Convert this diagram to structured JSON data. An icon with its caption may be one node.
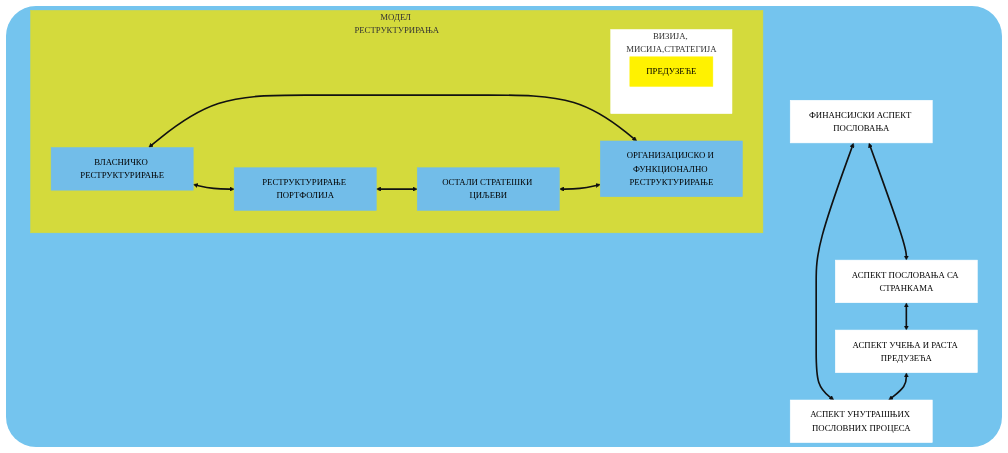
{
  "diagram": {
    "nodes": [
      {
        "text": [
          "ФИНАНСИЈСКИ АСПЕКТ ПОСЛОВАЊА"
        ]
      },
      {
        "text": [
          "АСПЕКТ ПОСЛОВАЊА СА СТРАНКАМА"
        ]
      },
      {
        "text": [
          "МОДЕЛ РЕСТРУКТУРИРАЊА"
        ]
      },
      {
        "text": [
          "ВЛАСНИЧКО РЕСТРУКТУРИРАЊЕ"
        ],
        "in": 2
      },
      {
        "text": [
          "РЕСТРУКТУРИРАЊЕ ПОРТФОЛИЈА"
        ],
        "in": 2
      },
      {
        "text": [
          "ВИЗИЈА, МИСИЈА,СТРАТЕГИЈА"
        ],
        "in": 2
      },
      {
        "text": [
          "ПРЕДУЗЕЋЕ"
        ],
        "in": 5
      },
      {
        "text": [
          "ОРГАНИЗАЦИЈСКО И ФУНКЦИОНАЛНО РЕСТРУКТУРИРАЊЕ"
        ],
        "in": 2
      },
      {
        "text": [
          "ОСТАЛИ СТРАТЕШКИ ЦИЉЕВИ"
        ],
        "in": 2
      },
      {
        "text": [
          "АСПЕКТ УНУТРАШЊИХ ПОСЛОВНИХ ПРОЦЕСА"
        ]
      },
      {
        "text": [
          "АСПЕКТ УЧЕЊА И РАСТА ПРЕДУЗЕЋА"
        ]
      }
    ],
    "edges": [
      {
        "from": 0,
        "to": 1,
        "arrow": "both"
      },
      {
        "from": 0,
        "to": 9,
        "arrow": "both"
      },
      {
        "from": 1,
        "to": 10,
        "arrow": "both"
      },
      {
        "from": 10,
        "to": 9,
        "arrow": "both"
      },
      {
        "from": 3,
        "to": 4,
        "arrow": "both"
      },
      {
        "from": 3,
        "to": 7,
        "arrow": "both"
      },
      {
        "from": 4,
        "to": 8,
        "arrow": "both"
      },
      {
        "from": 8,
        "to": 7,
        "arrow": "both"
      }
    ]
  }
}
